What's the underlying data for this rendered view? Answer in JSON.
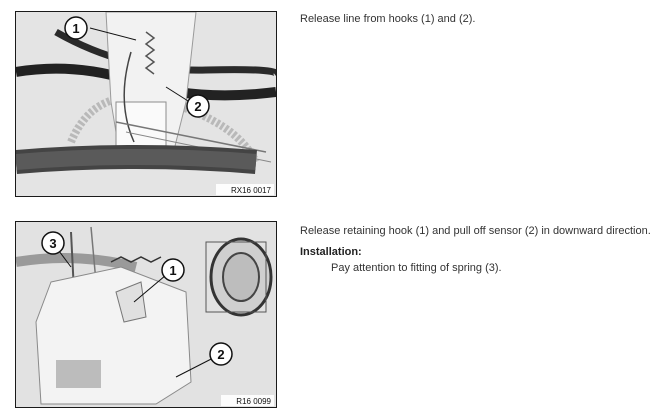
{
  "steps": [
    {
      "image_code": "RX16 0017",
      "callouts": [
        "1",
        "2"
      ],
      "text": "Release line from hooks (1) and (2)."
    },
    {
      "image_code": "R16 0099",
      "callouts": [
        "3",
        "1",
        "2"
      ],
      "text": "Release retaining hook (1) and pull off sensor (2) in downward direction.",
      "installation_heading": "Installation:",
      "installation_note": "Pay attention to fitting of spring (3)."
    }
  ]
}
